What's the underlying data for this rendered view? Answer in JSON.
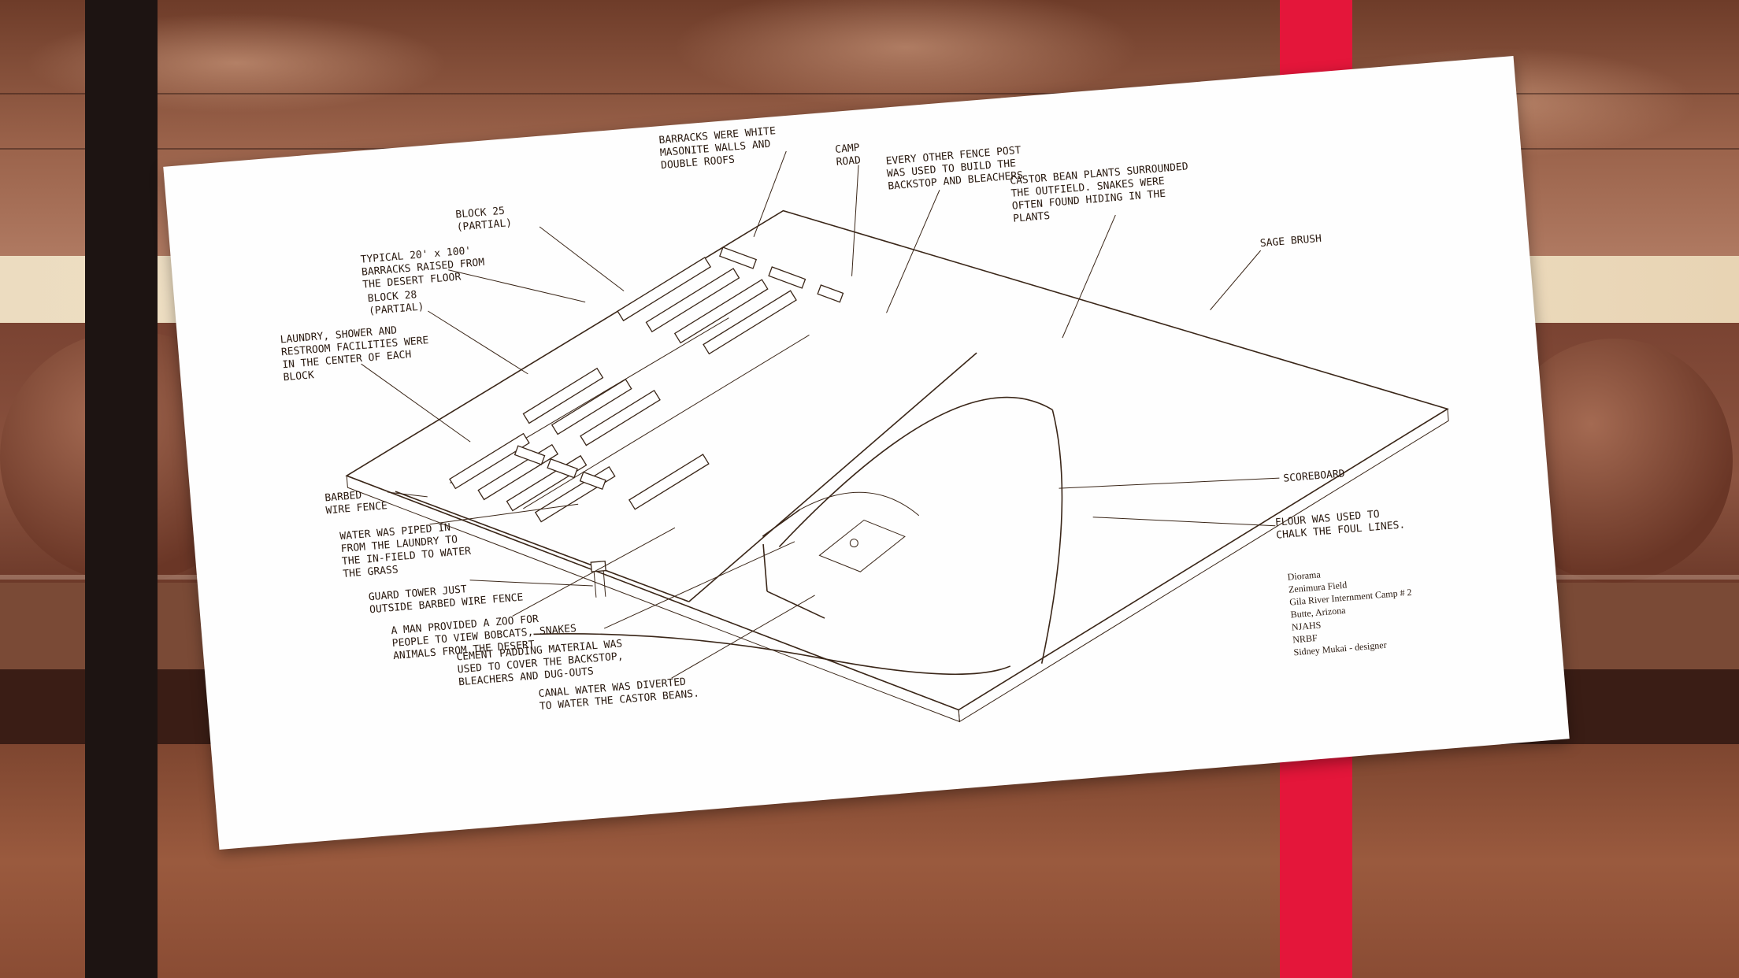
{
  "labels": {
    "block_25": [
      "BLOCK 25",
      "(PARTIAL)"
    ],
    "barracks_walls": [
      "BARRACKS WERE WHITE",
      "MASONITE WALLS AND",
      "DOUBLE ROOFS"
    ],
    "camp_road": [
      "CAMP",
      "ROAD"
    ],
    "typical_barracks": [
      "TYPICAL 20' x 100'",
      "BARRACKS RAISED FROM",
      "THE DESERT FLOOR"
    ],
    "fence_post": [
      "EVERY OTHER FENCE POST",
      "WAS USED TO BUILD THE",
      "BACKSTOP AND BLEACHERS"
    ],
    "castor_bean": [
      "CASTOR BEAN PLANTS SURROUNDED",
      "THE OUTFIELD. SNAKES WERE",
      "OFTEN FOUND HIDING IN THE",
      "PLANTS"
    ],
    "block_28": [
      "BLOCK 28",
      "(PARTIAL)"
    ],
    "laundry": [
      "LAUNDRY, SHOWER AND",
      "RESTROOM FACILITIES WERE",
      "IN THE CENTER OF EACH",
      "BLOCK"
    ],
    "sage_brush": [
      "SAGE BRUSH"
    ],
    "barbed_wire": [
      "BARBED",
      "WIRE FENCE"
    ],
    "water_piped": [
      "WATER WAS PIPED IN",
      "FROM THE LAUNDRY TO",
      "THE IN-FIELD TO WATER",
      "THE GRASS"
    ],
    "guard_tower": [
      "GUARD TOWER JUST",
      "OUTSIDE BARBED WIRE FENCE"
    ],
    "zoo": [
      "A MAN PROVIDED A ZOO FOR",
      "PEOPLE TO VIEW BOBCATS, SNAKES",
      "ANIMALS FROM THE DESERT"
    ],
    "cement_padding": [
      "CEMENT PADDING MATERIAL WAS",
      "USED TO COVER THE BACKSTOP,",
      "BLEACHERS AND DUG-OUTS"
    ],
    "canal_water": [
      "CANAL WATER WAS DIVERTED",
      "TO WATER THE CASTOR BEANS."
    ],
    "scoreboard": [
      "SCOREBOARD"
    ],
    "flour": [
      "FLOUR WAS USED TO",
      "CHALK THE FOUL LINES."
    ]
  },
  "credits": [
    "Diorama",
    "Zenimura Field",
    "Gila River Internment Camp # 2",
    "Butte, Arizona",
    "NJAHS",
    "NRBF",
    "Sidney Mukai - designer"
  ]
}
